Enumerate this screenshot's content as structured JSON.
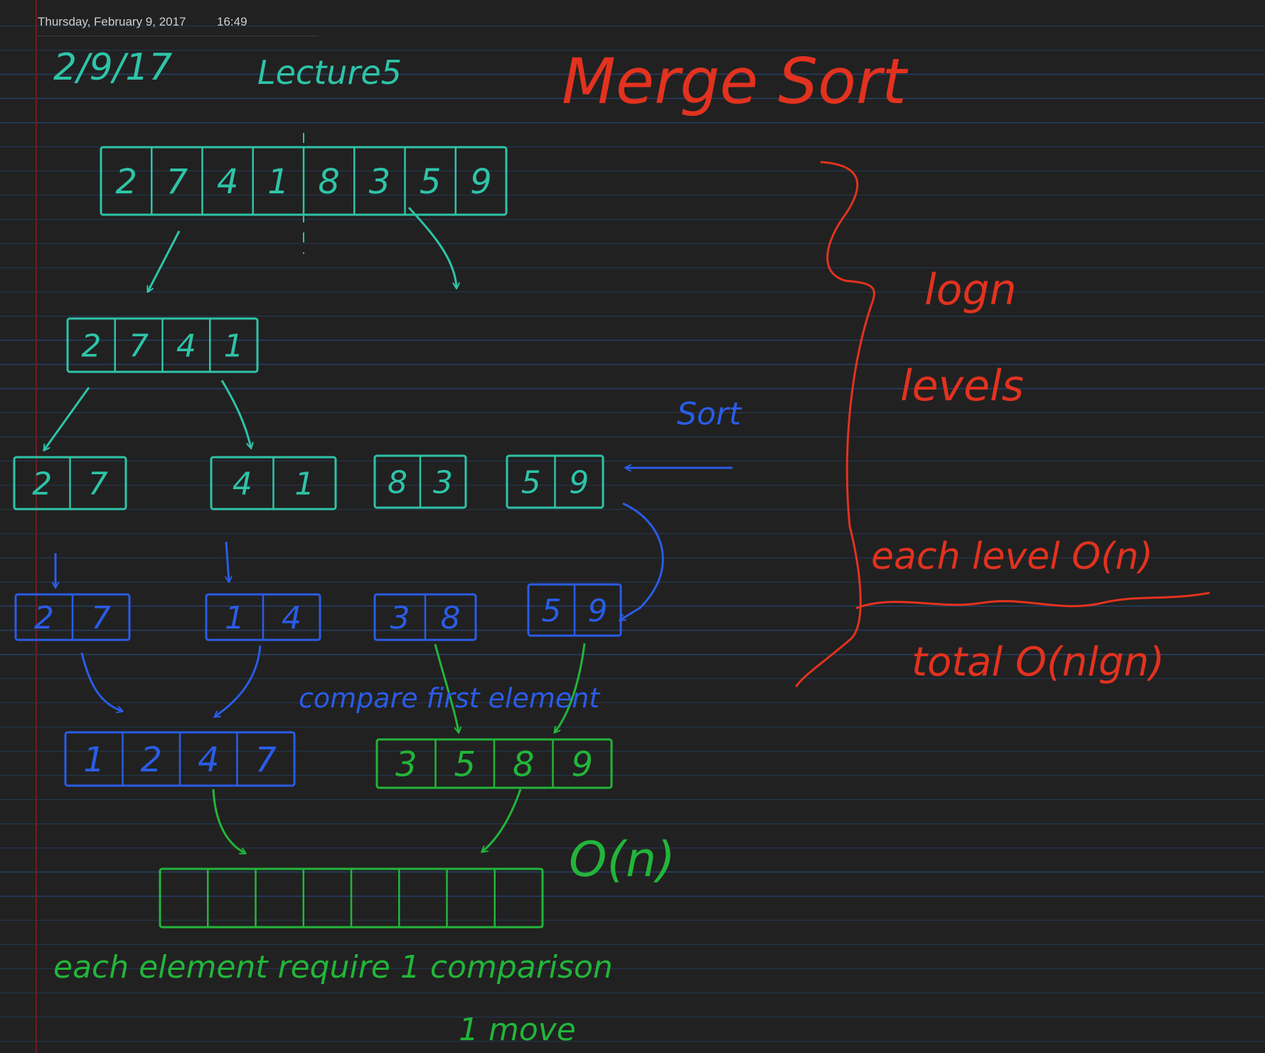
{
  "note": {
    "date": "Thursday, February 9, 2017",
    "time": "16:49"
  },
  "ink": {
    "date": "2/9/17",
    "lecture": "Lecture5",
    "title": "Merge Sort",
    "sort_label": "Sort",
    "logn": "logn",
    "levels": "levels",
    "each_level": "each level O(n)",
    "total": "total O(nlgn)",
    "compare_first": "compare first element",
    "merge_cost": "O(n)",
    "comparison_line": "each element require 1 comparison",
    "move_line": "1 move"
  },
  "arrays": {
    "root": [
      "2",
      "7",
      "4",
      "1",
      "8",
      "3",
      "5",
      "9"
    ],
    "left_half": [
      "2",
      "7",
      "4",
      "1"
    ],
    "pair_a": [
      "2",
      "7"
    ],
    "pair_b": [
      "4",
      "1"
    ],
    "pair_c": [
      "8",
      "3"
    ],
    "pair_d": [
      "5",
      "9"
    ],
    "sorted_a": [
      "2",
      "7"
    ],
    "sorted_b": [
      "1",
      "4"
    ],
    "sorted_c": [
      "3",
      "8"
    ],
    "sorted_d": [
      "5",
      "9"
    ],
    "merged_left": [
      "1",
      "2",
      "4",
      "7"
    ],
    "merged_right": [
      "3",
      "5",
      "8",
      "9"
    ],
    "final": [
      "",
      "",
      "",
      "",
      "",
      "",
      "",
      ""
    ]
  },
  "colors": {
    "background": "#212121",
    "rule_lines": "#243f63",
    "margin_line": "#6b1e22",
    "teal_ink": "#2ec4a8",
    "blue_ink": "#2a5ce6",
    "green_ink": "#22b53a",
    "red_ink": "#e2321f"
  }
}
